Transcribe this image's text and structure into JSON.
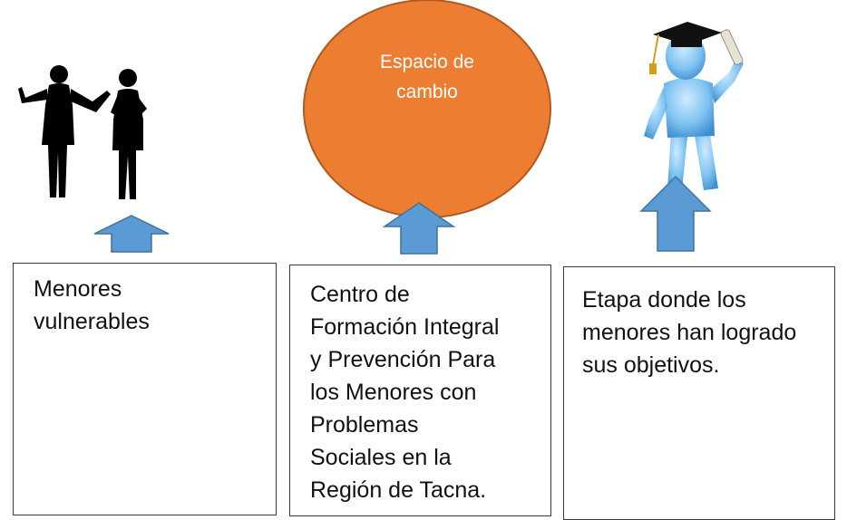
{
  "colors": {
    "arrow_fill": "#5b9bd5",
    "arrow_stroke": "#41719c",
    "ellipse_fill": "#ed7d31",
    "ellipse_stroke": "#ae5a21",
    "silhouette": "#000000",
    "figure_body": "#7ec3f2"
  },
  "icons": {
    "children": "children-silhouette-icon",
    "graduate": "graduate-figure-icon"
  },
  "stages": {
    "ellipse_label": "Espacio de\ncambio",
    "box1": "Menores\nvulnerables",
    "box2": "Centro de\nFormación Integral\ny Prevención Para\nlos Menores con\nProblemas\nSociales en la\nRegión de Tacna.",
    "box3": "Etapa donde los\nmenores han logrado\nsus objetivos."
  }
}
